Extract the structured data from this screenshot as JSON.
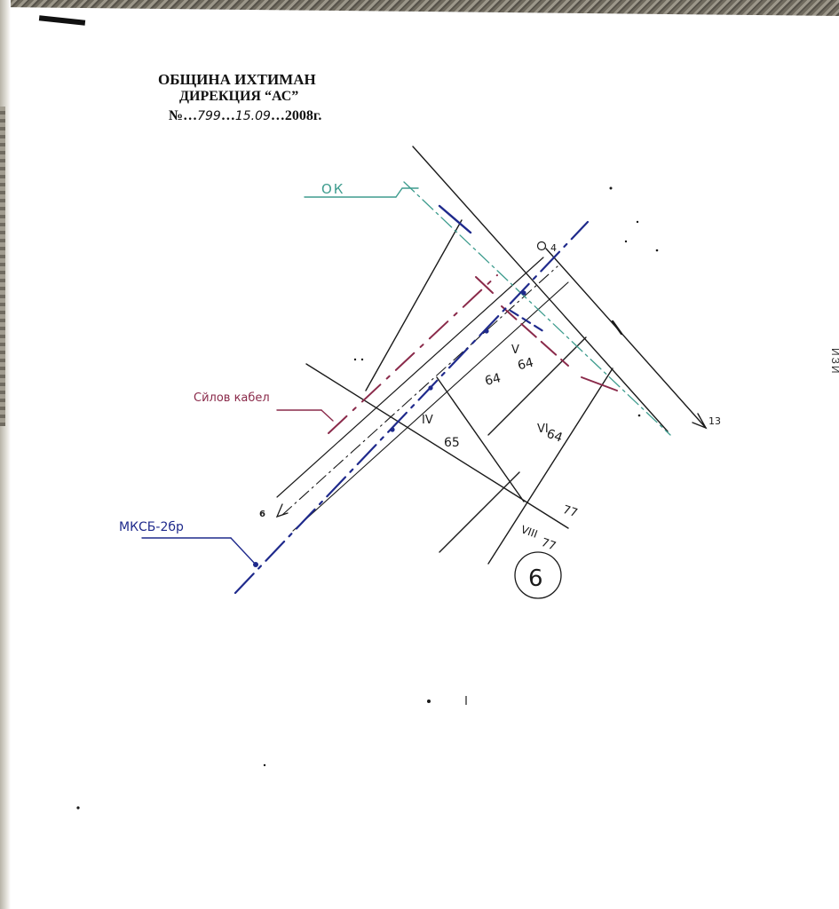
{
  "header": {
    "municipality": "ОБЩИНА ИХТИМАН",
    "directorate": "ДИРЕКЦИЯ “АС”",
    "number_prefix": "№…",
    "number_value": "799",
    "number_sep": "…",
    "date_value": "15.09",
    "year_suffix": "…2008г."
  },
  "labels": {
    "ok": "ОК",
    "power_cable": "Сйлов кабел",
    "mksb": "МКСБ-2бр",
    "p4": "4",
    "p13": "13",
    "p6": "6",
    "zone_v": "V",
    "zone_v_num": "64",
    "zone_64": "64",
    "zone_iv": "IV",
    "zone_iv_num": "65",
    "zone_vi": "VI",
    "zone_vi_num": "64",
    "zone_77": "77",
    "zone_viii": "VIII",
    "zone_viii_num": "77",
    "sheet_number": "6"
  },
  "side_text": "ИЗИ",
  "colors": {
    "ink": "#1a1a1a",
    "green_line": "#3e9c8e",
    "navy_line": "#1f2a8c",
    "maroon_line": "#8a2a4a",
    "header_ink": "#111111"
  }
}
